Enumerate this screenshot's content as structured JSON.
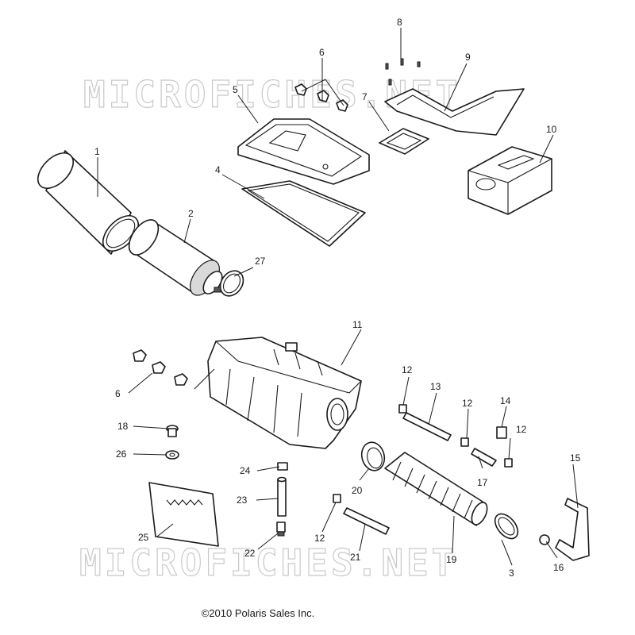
{
  "watermarks": [
    "MICROFICHES.NET",
    "MICROFICHES.NET"
  ],
  "callouts": {
    "c1": "1",
    "c2": "2",
    "c3": "3",
    "c4": "4",
    "c5": "5",
    "c6a": "6",
    "c6b": "6",
    "c7": "7",
    "c8": "8",
    "c9": "9",
    "c10": "10",
    "c11": "11",
    "c12a": "12",
    "c12b": "12",
    "c12c": "12",
    "c12d": "12",
    "c13": "13",
    "c14": "14",
    "c15": "15",
    "c16": "16",
    "c17": "17",
    "c18": "18",
    "c19": "19",
    "c20": "20",
    "c21": "21",
    "c22": "22",
    "c23": "23",
    "c24": "24",
    "c25": "25",
    "c26": "26",
    "c27": "27"
  },
  "copyright": "©2010 Polaris Sales Inc."
}
